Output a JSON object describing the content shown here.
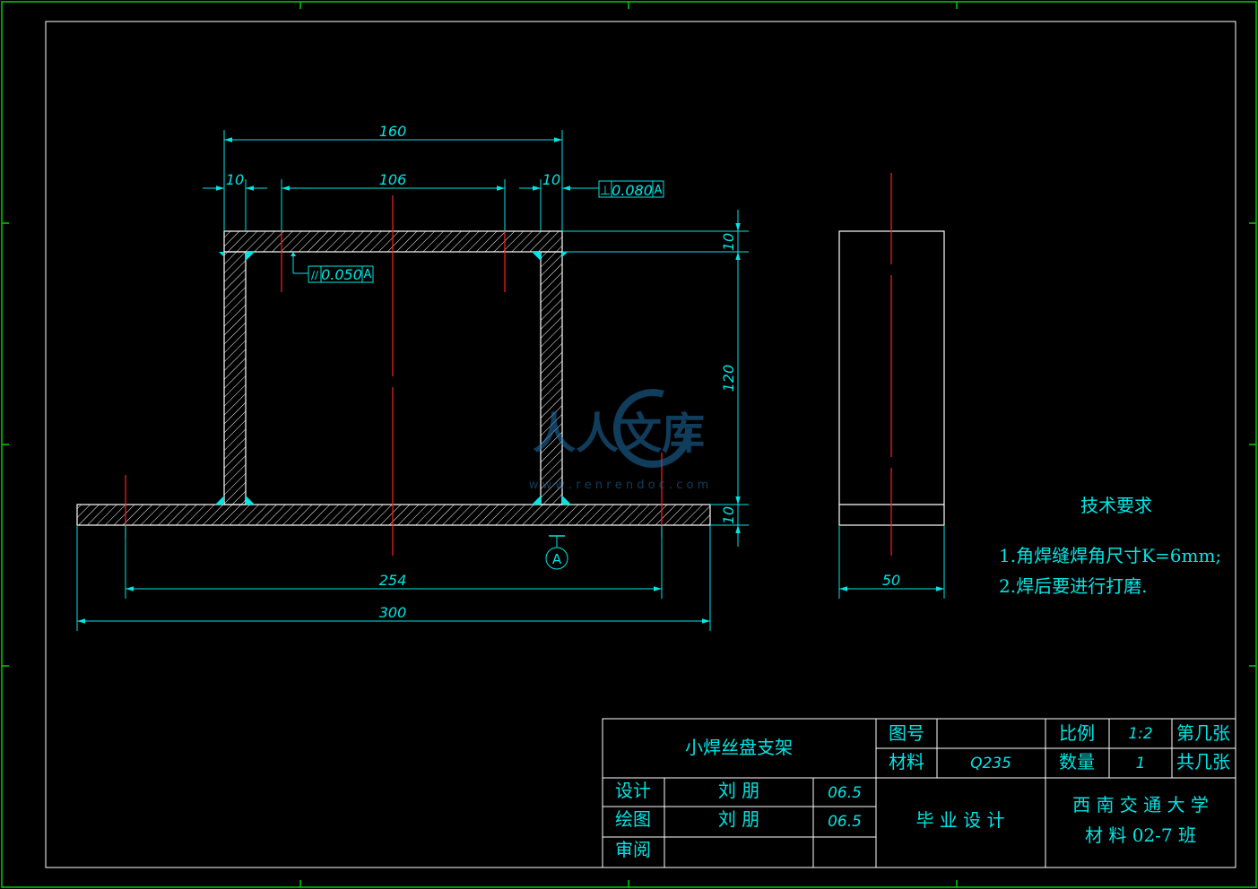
{
  "drawing": {
    "front_view": {
      "dims": {
        "overall_top": "160",
        "left_wall": "10",
        "inner_span": "106",
        "right_wall": "10",
        "top_plate": "10",
        "height": "120",
        "base_plate": "10",
        "hole_span": "254",
        "overall_base": "300"
      },
      "tolerance_perp": {
        "symbol": "⊥",
        "value": "0.080",
        "datum": "A"
      },
      "tolerance_par": {
        "symbol": "∕∕",
        "value": "0.050",
        "datum": "A"
      },
      "datum_label": "A"
    },
    "side_view": {
      "width_dim": "50"
    },
    "tech_requirements": {
      "title": "技术要求",
      "items": [
        "1.角焊缝焊角尺寸K=6mm;",
        "2.焊后要进行打磨."
      ]
    },
    "watermark": {
      "text": "人人文库",
      "url": "w w w . r e n r e n d o c . c o m"
    }
  },
  "title_block": {
    "part_name": "小焊丝盘支架",
    "drawing_no_label": "图号",
    "drawing_no_value": "",
    "material_label": "材料",
    "material_value": "Q235",
    "scale_label": "比例",
    "scale_value": "1:2",
    "sheet_label": "第几张",
    "qty_label": "数量",
    "qty_value": "1",
    "total_sheets_label": "共几张",
    "rows": [
      {
        "role": "设计",
        "name": "刘  朋",
        "date": "06.5"
      },
      {
        "role": "绘图",
        "name": "刘  朋",
        "date": "06.5"
      },
      {
        "role": "审阅",
        "name": "",
        "date": ""
      }
    ],
    "project": "毕 业 设 计",
    "school": "西 南 交 通 大 学",
    "class": "材 料 02-7 班"
  },
  "colors": {
    "outline": "#ffffff",
    "dimension": "#00e5e5",
    "centerline": "#ff2020",
    "border": "#00cc00",
    "weld": "#00e5e5"
  }
}
